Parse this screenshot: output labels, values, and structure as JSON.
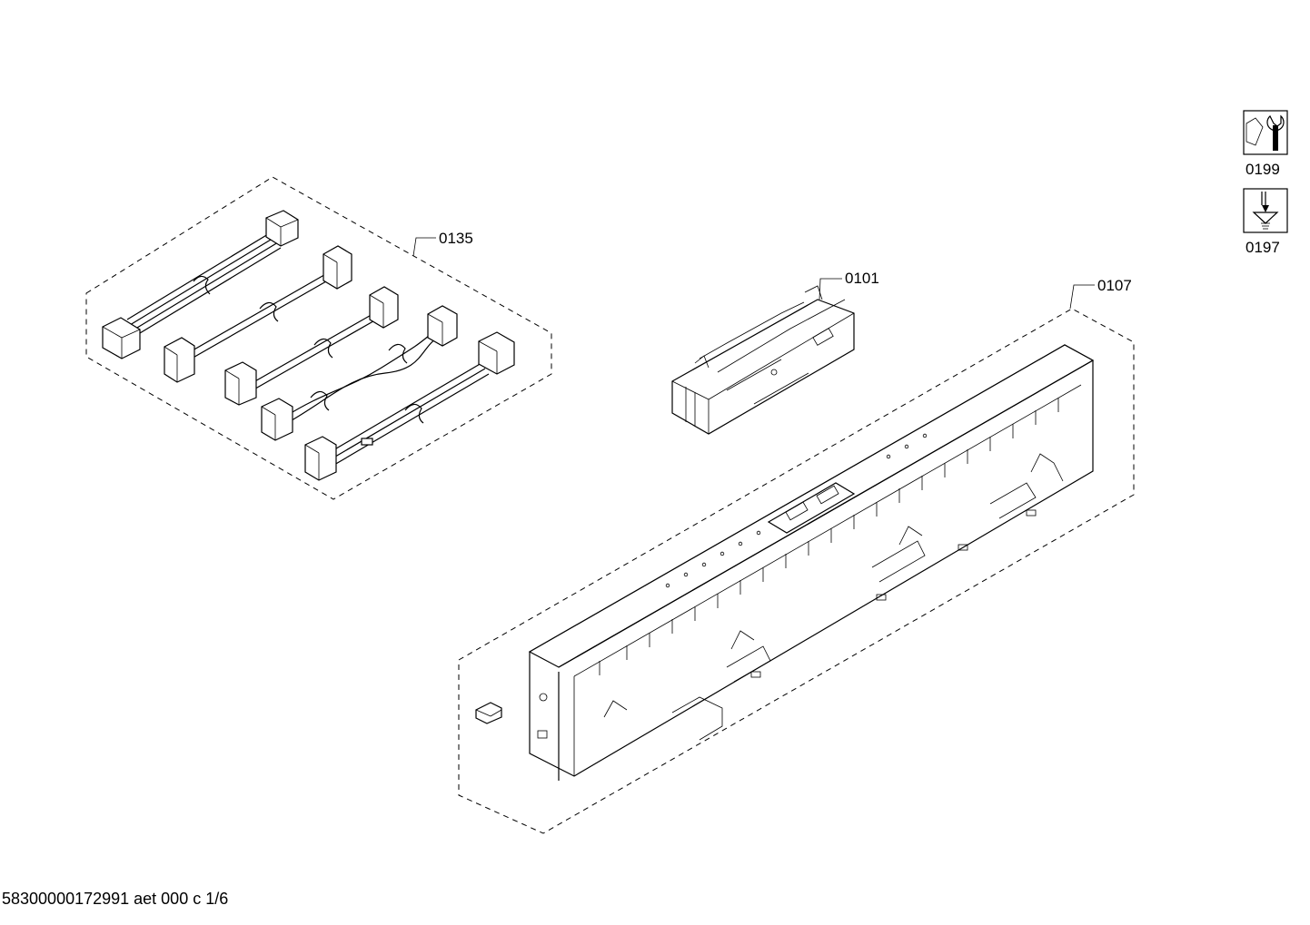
{
  "callouts": {
    "harness_group": "0135",
    "control_module": "0101",
    "control_panel": "0107"
  },
  "tool_icons": [
    {
      "label": "0199",
      "icon": "wrench-nut-icon"
    },
    {
      "label": "0197",
      "icon": "screwdriver-screw-icon"
    }
  ],
  "footer": {
    "text": "58300000172991 aet 000 c 1/6"
  }
}
